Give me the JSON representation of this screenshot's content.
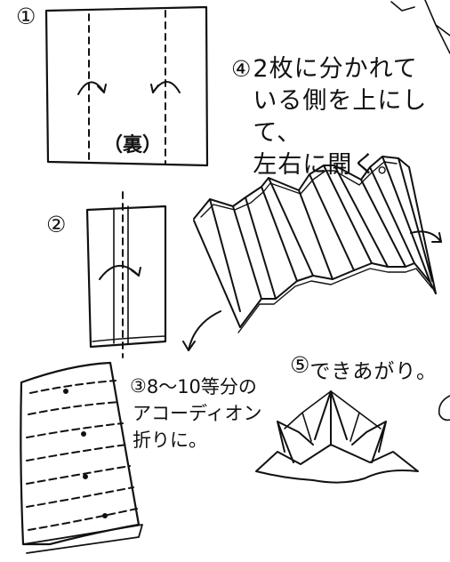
{
  "steps": {
    "step1": {
      "number": "①",
      "back_label": "（裏）"
    },
    "step2": {
      "number": "②"
    },
    "step3": {
      "number": "③",
      "lines": [
        "8～10等分の",
        "アコーディオン",
        "折りに。"
      ]
    },
    "step4": {
      "number": "④",
      "lines": [
        "2枚に分かれて",
        "いる側を上にして、",
        "左右に開く。"
      ]
    },
    "step5": {
      "number": "⑤",
      "text": "できあがり。"
    }
  }
}
